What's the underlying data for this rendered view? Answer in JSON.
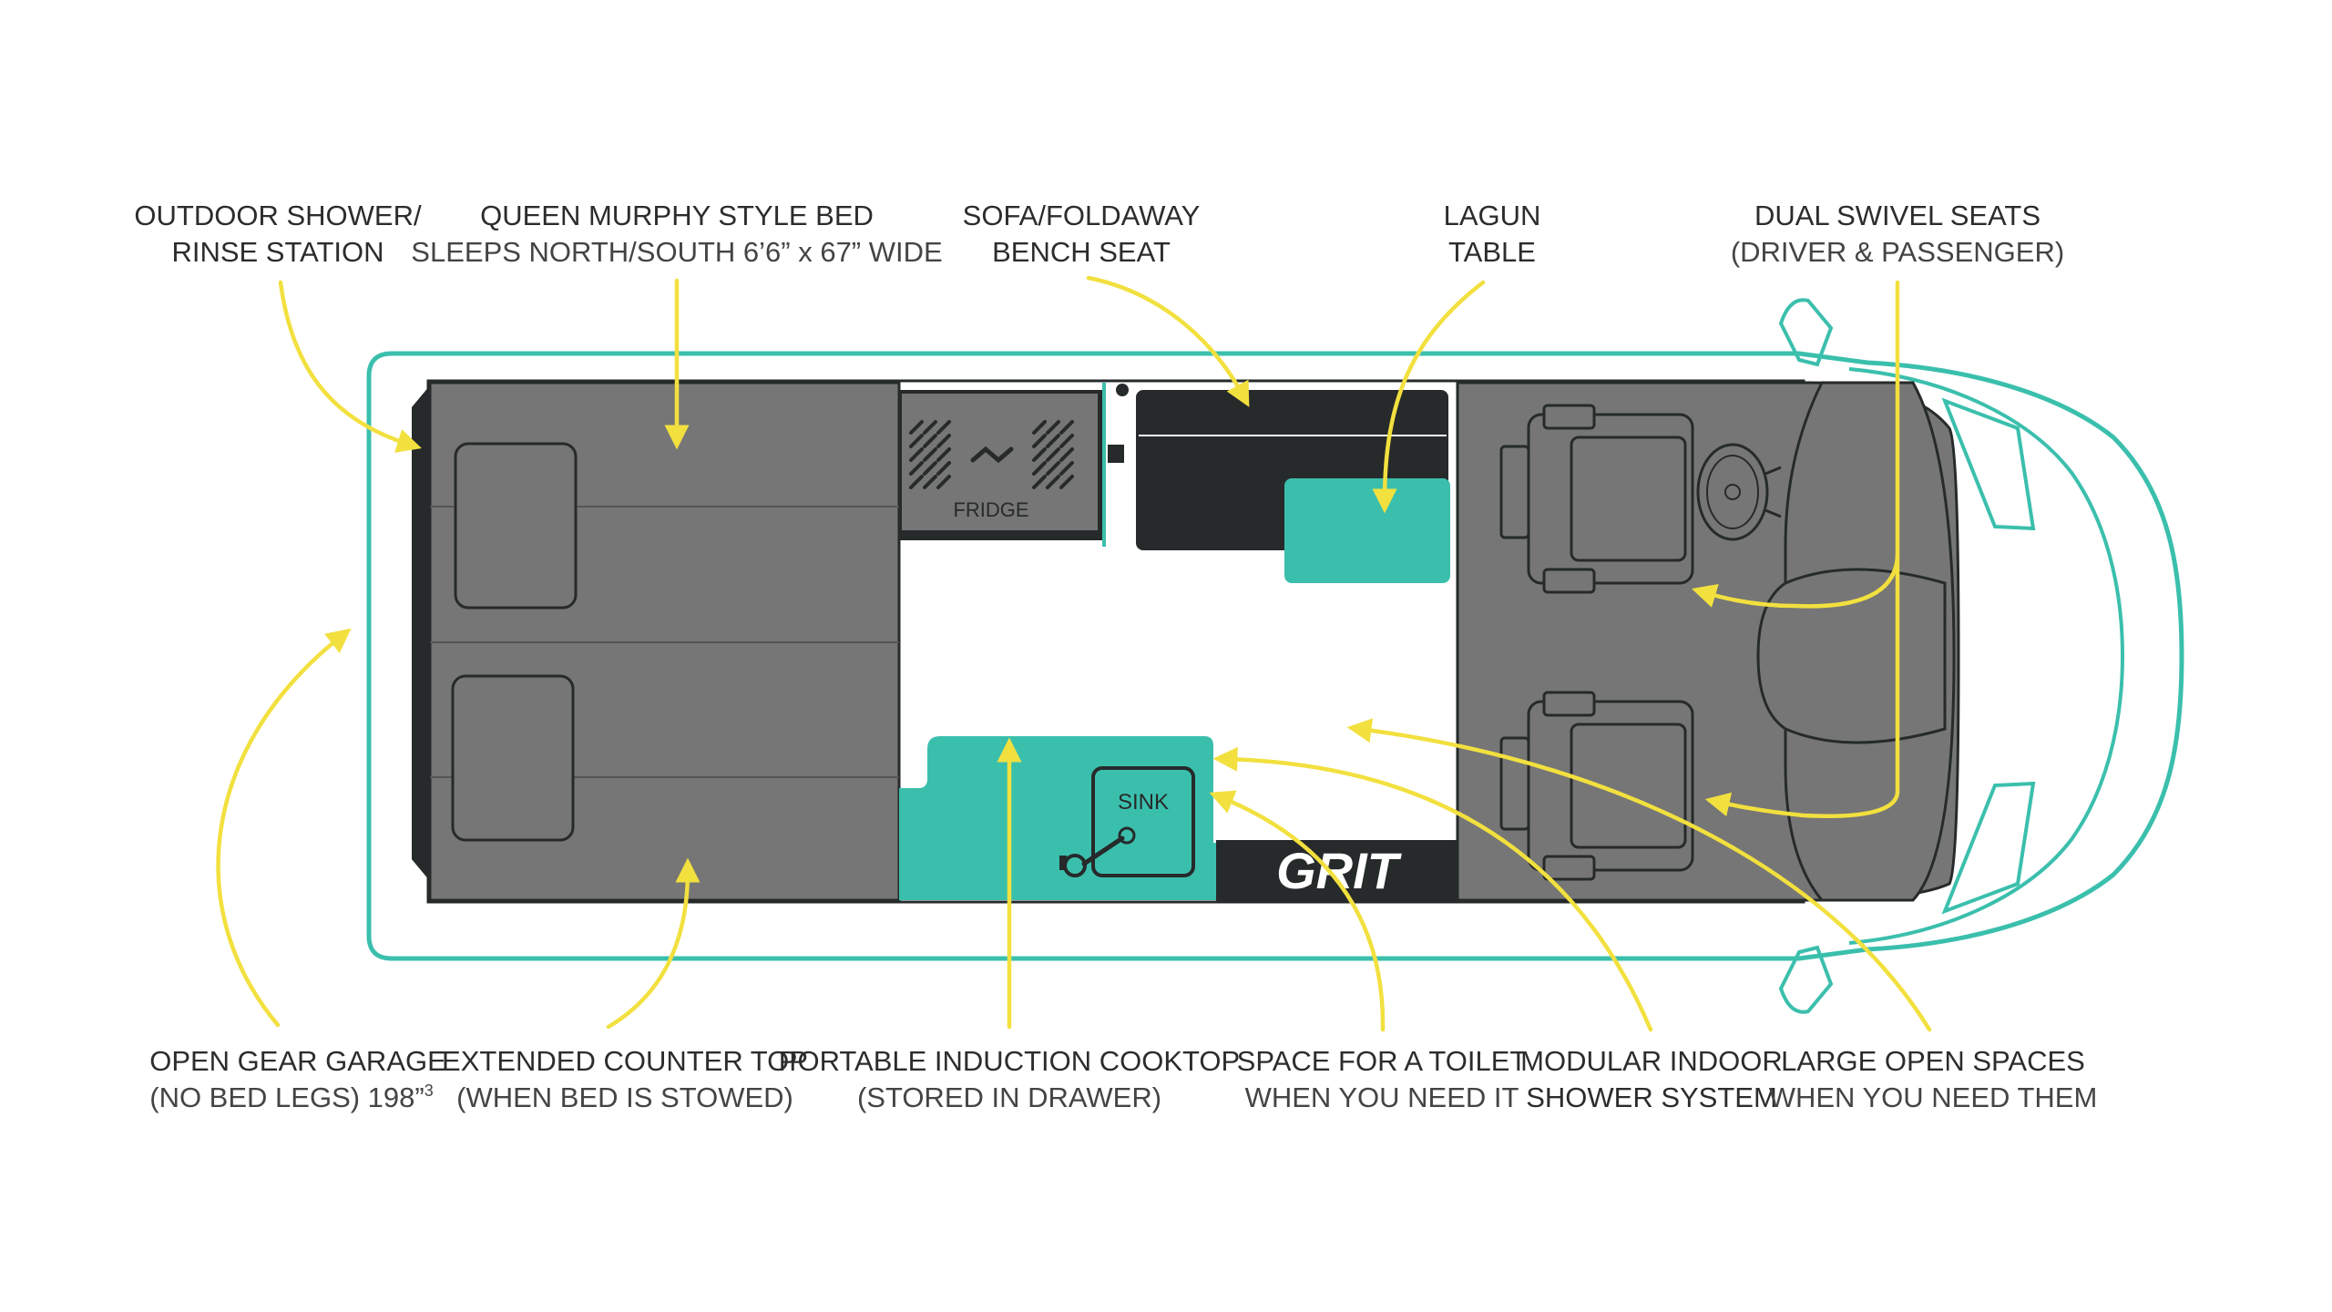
{
  "colors": {
    "teal": "#3bbfad",
    "gray": "#767676",
    "dark": "#262a2a",
    "yellow": "#f2e03f",
    "outline": "#3bbfad"
  },
  "labels": {
    "outdoor_shower": {
      "line1": "OUTDOOR SHOWER/",
      "line2": "RINSE STATION"
    },
    "murphy_bed": {
      "line1": "QUEEN MURPHY STYLE BED",
      "line2": "SLEEPS NORTH/SOUTH 6’6” x 67” WIDE"
    },
    "sofa_bench": {
      "line1": "SOFA/FOLDAWAY",
      "line2": "BENCH SEAT"
    },
    "lagun_table": {
      "line1": "LAGUN",
      "line2": "TABLE"
    },
    "swivel_seats": {
      "line1": "DUAL SWIVEL SEATS",
      "line2": "(DRIVER & PASSENGER)"
    },
    "gear_garage": {
      "line1": "OPEN GEAR GARAGE",
      "line2": "(NO BED LEGS) 198”",
      "sup": "3"
    },
    "counter_top": {
      "line1": "EXTENDED COUNTER TOP",
      "line2": "(WHEN BED IS STOWED)"
    },
    "cooktop": {
      "line1": "PORTABLE INDUCTION COOKTOP",
      "line2": "(STORED IN DRAWER)"
    },
    "toilet_space": {
      "line1": "SPACE FOR A TOILET",
      "line2": "WHEN YOU NEED IT"
    },
    "shower_system": {
      "line1": "MODULAR INDOOR",
      "line2": "SHOWER SYSTEM"
    },
    "open_spaces": {
      "line1": "LARGE OPEN SPACES",
      "line2": "WHEN YOU NEED THEM"
    }
  },
  "floorplan": {
    "fridge_label": "FRIDGE",
    "sink_label": "SINK",
    "brand_logo": "GRIT"
  }
}
